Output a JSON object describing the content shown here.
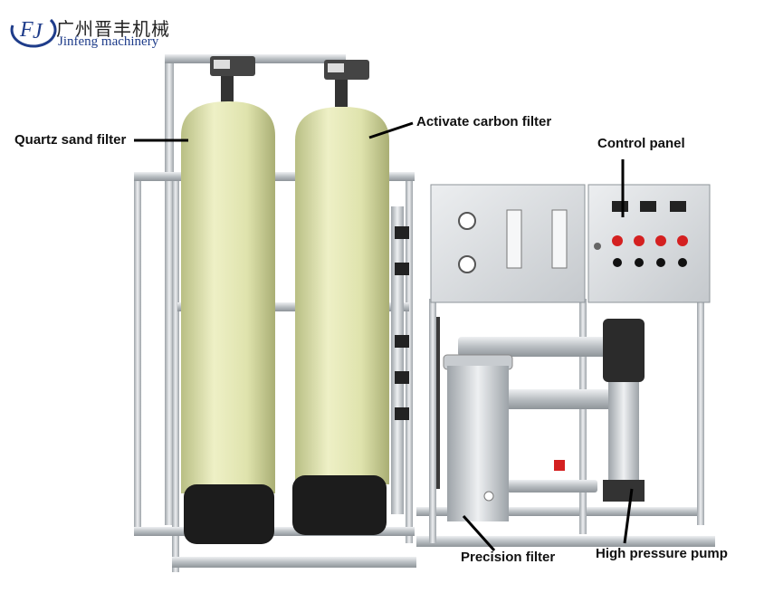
{
  "logo": {
    "monogram": "FJ",
    "company_cn": "广州晋丰机械",
    "company_en": "Jinfeng machinery"
  },
  "labels": {
    "quartz_sand_filter": "Quartz sand filter",
    "activate_carbon_filter": "Activate carbon filter",
    "control_panel": "Control panel",
    "precision_filter": "Precision filter",
    "high_pressure_pump": "High pressure pump"
  },
  "colors": {
    "tank": "#e4e8b8",
    "tank_base": "#1c1c1c",
    "steel": "#cfd3d6",
    "cabinet": "#d9dcdf",
    "indicator_red": "#d42020",
    "logo_blue": "#1e3c8a"
  }
}
